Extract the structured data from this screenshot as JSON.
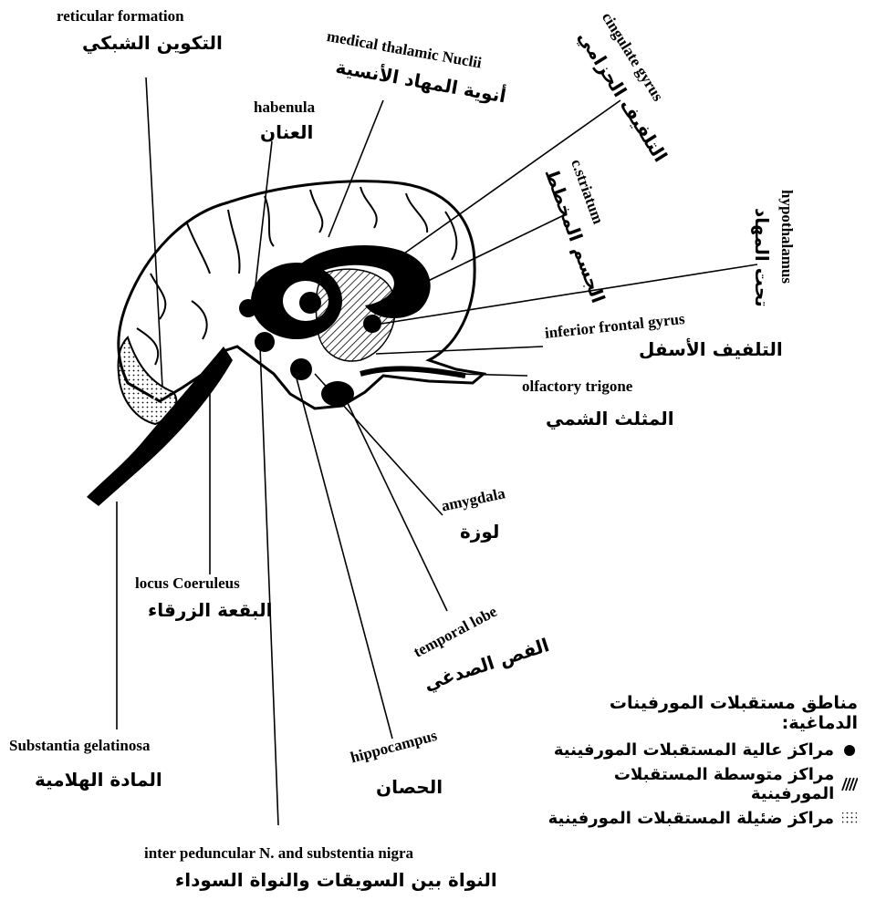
{
  "labels": {
    "reticular_formation": {
      "en": "reticular formation",
      "ar": "التكوين الشبكي"
    },
    "medical_thalamic": {
      "en": "medical thalamic Nuclii",
      "ar": "أنوية المهاد الأنسية"
    },
    "habenula": {
      "en": "habenula",
      "ar": "العنان"
    },
    "cingulate_gyrus": {
      "en": "cingulate gyrus",
      "ar": "التلفيف الحزامي"
    },
    "c_striatum": {
      "en": "c.striatum",
      "ar": "الجسم المخطط"
    },
    "hypothalamus": {
      "en": "hypothalamus",
      "ar": "تحت المهاد"
    },
    "inferior_frontal_gyrus": {
      "en": "inferior frontal  gyrus",
      "ar": "التلفيف الأسفل"
    },
    "olfactory_trigone": {
      "en": "olfactory trigone",
      "ar": "المثلث الشمي"
    },
    "amygdala": {
      "en": "amygdala",
      "ar": "لوزة"
    },
    "locus_coeruleus": {
      "en": "locus Coeruleus",
      "ar": "البقعة الزرقاء"
    },
    "temporal_lobe": {
      "en": "temporal lobe",
      "ar": "الفص الصدغي"
    },
    "substantia_gelatinosa": {
      "en": "Substantia gelatinosa",
      "ar": "المادة الهلامية"
    },
    "hippocampus": {
      "en": "hippocampus",
      "ar": "الحصان"
    },
    "inter_peduncular": {
      "en": "inter  peduncular N. and substentia nigra",
      "ar": "النواة بين السويقات والنواة السوداء"
    }
  },
  "legend": {
    "title": "مناطق مستقبلات المورفينات الدماغية:",
    "high": "مراكز عالية المستقبلات المورفينية",
    "medium": "مراكز متوسطة المستقبلات المورفينية",
    "low": "مراكز ضئيلة المستقبلات المورفينية"
  }
}
